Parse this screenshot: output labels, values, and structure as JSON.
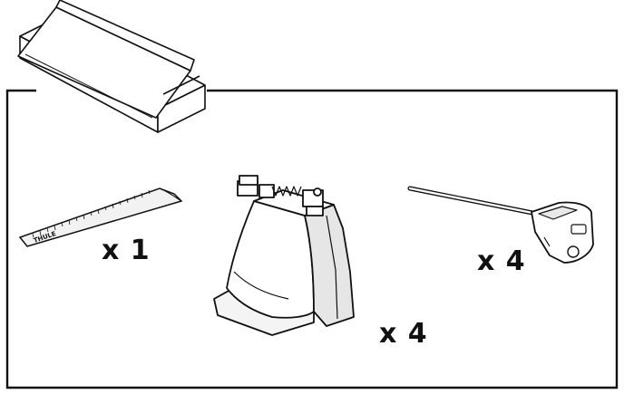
{
  "contents": {
    "items": [
      {
        "name": "measuring-strip",
        "brand_text": "THULE",
        "quantity": "x 1"
      },
      {
        "name": "roof-rack-foot",
        "quantity": "x 4"
      },
      {
        "name": "key-rod",
        "quantity": "x 4"
      }
    ]
  }
}
